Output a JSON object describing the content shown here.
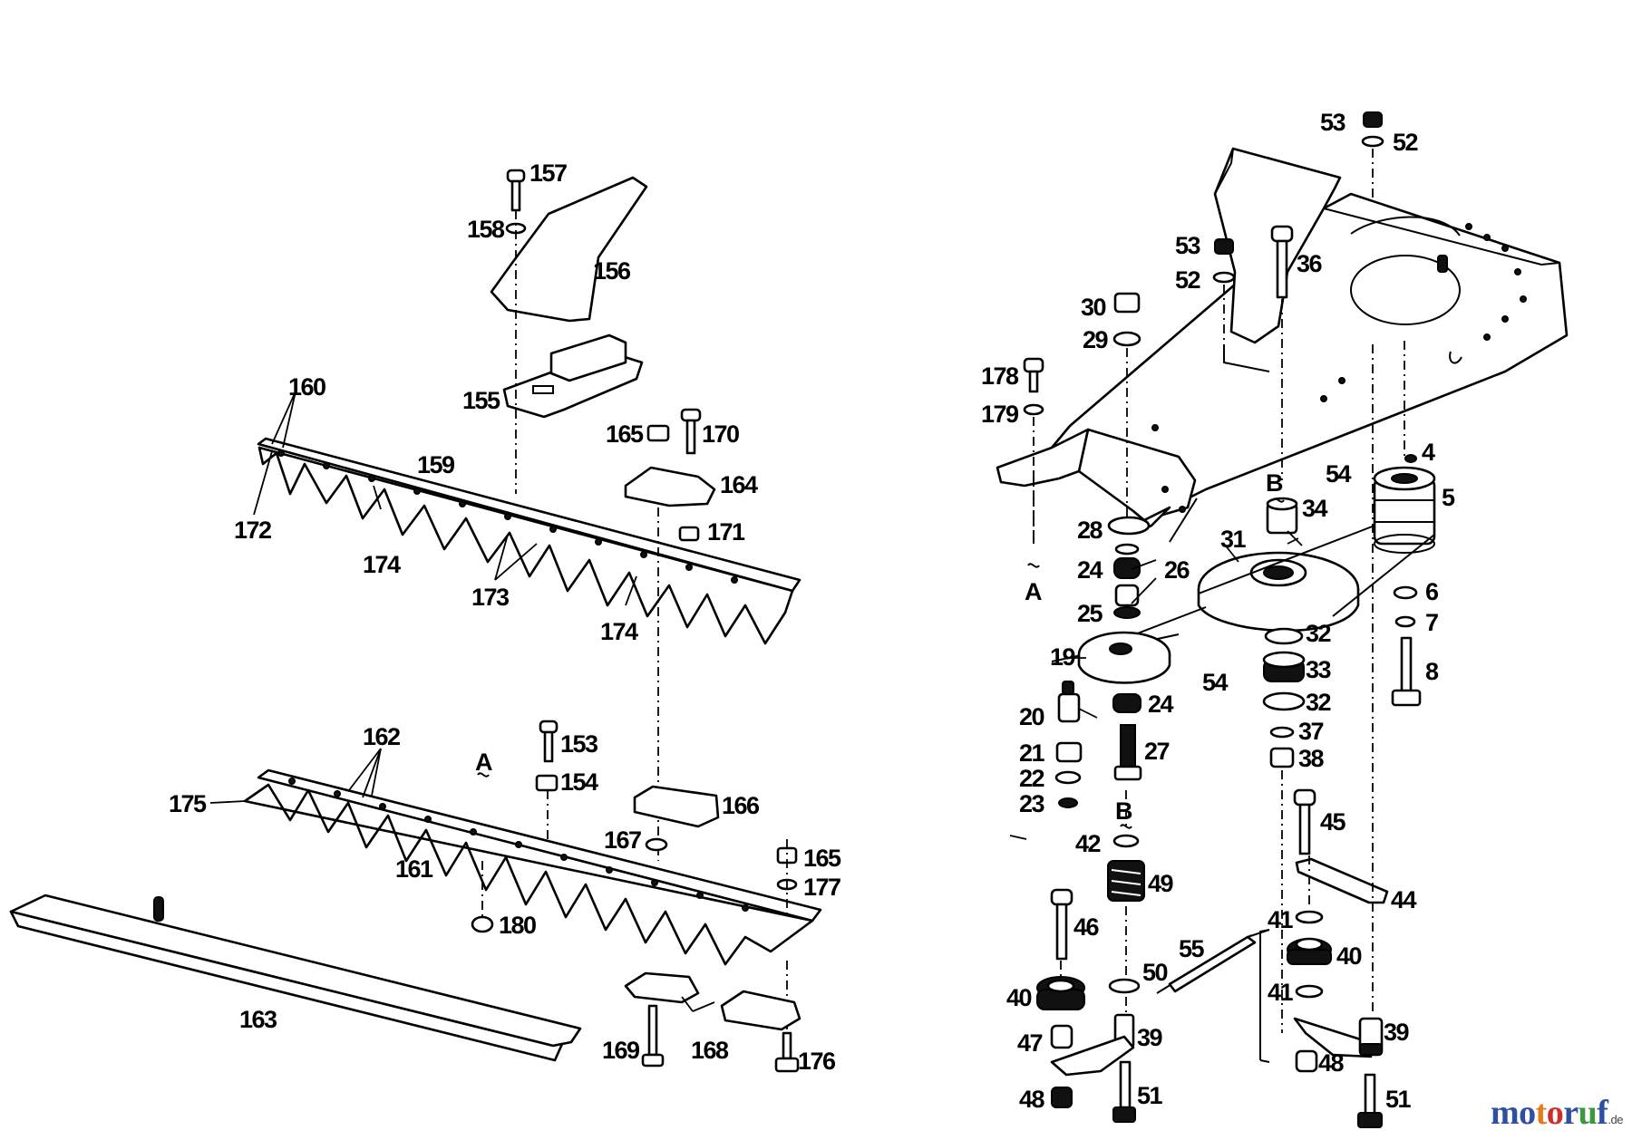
{
  "labels": {
    "l157": "157",
    "l158": "158",
    "l156": "156",
    "l155": "155",
    "l160": "160",
    "l159": "159",
    "l172": "172",
    "l174a": "174",
    "l173": "173",
    "l174b": "174",
    "l165a": "165",
    "l170": "170",
    "l164": "164",
    "l171": "171",
    "l162": "162",
    "l175": "175",
    "l153": "153",
    "l154": "154",
    "l161": "161",
    "l180": "180",
    "l166": "166",
    "l167": "167",
    "l165b": "165",
    "l177": "177",
    "l163": "163",
    "l169": "169",
    "l168": "168",
    "l176": "176",
    "la1": "A",
    "la2": "A",
    "l53a": "53",
    "l52a": "52",
    "l53b": "53",
    "l52b": "52",
    "l36": "36",
    "l30": "30",
    "l29": "29",
    "l178": "178",
    "l179": "179",
    "l4": "4",
    "l5": "5",
    "l54a": "54",
    "lb1": "B",
    "l34": "34",
    "l28": "28",
    "l24a": "24",
    "l26": "26",
    "l31": "31",
    "l25": "25",
    "l6": "6",
    "l7": "7",
    "l8": "8",
    "l19": "19",
    "l32a": "32",
    "l33": "33",
    "l32b": "32",
    "l54b": "54",
    "l20": "20",
    "l24b": "24",
    "l27": "27",
    "l37": "37",
    "l38": "38",
    "l21": "21",
    "l22": "22",
    "l23": "23",
    "lb2": "B",
    "l42": "42",
    "l49": "49",
    "l45": "45",
    "l44": "44",
    "l46": "46",
    "l55": "55",
    "l41a": "41",
    "l40a": "40",
    "l50": "50",
    "l40b": "40",
    "l41b": "41",
    "l47": "47",
    "l39a": "39",
    "l39b": "39",
    "l48a": "48",
    "l51a": "51",
    "l48b": "48",
    "l51b": "51"
  },
  "watermark": {
    "brand": [
      "m",
      "o",
      "t",
      "o",
      "r",
      "u",
      "f"
    ],
    "tld": ".de"
  }
}
